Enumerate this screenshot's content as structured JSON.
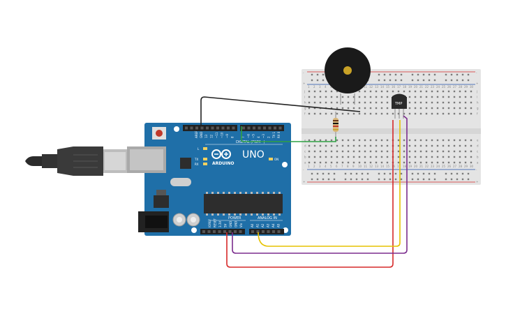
{
  "arduino": {
    "brand": "ARDUINO",
    "model": "UNO",
    "digital_label": "DIGITAL (PWM~)",
    "power_label": "POWER",
    "analog_label": "ANALOG IN",
    "on_label": "ON",
    "l_label": "L",
    "tx_label": "TX",
    "rx_label": "RX",
    "aref_label": "AREF",
    "gnd_label": "GND",
    "digital_pins": [
      "13",
      "12",
      "~11",
      "~10",
      "~9",
      "8",
      "7",
      "~6",
      "~5",
      "4",
      "~3",
      "2",
      "TX 1",
      "RX 0"
    ],
    "power_pins": [
      "IOREF",
      "RESET",
      "3.3V",
      "5V",
      "GND",
      "GND",
      "Vin"
    ],
    "analog_pins": [
      "A0",
      "A1",
      "A2",
      "A3",
      "A4",
      "A5"
    ]
  },
  "sensor": {
    "label": "TMP"
  },
  "breadboard": {
    "row_letters_top": [
      "j",
      "i",
      "h",
      "g",
      "f"
    ],
    "row_letters_bottom": [
      "e",
      "d",
      "c",
      "b",
      "a"
    ],
    "plus": "+",
    "minus": "-"
  },
  "colors": {
    "board": "#1f6fa8",
    "wire_black": "#222222",
    "wire_green": "#2ea043",
    "wire_red": "#d62828",
    "wire_purple": "#7b2d8e",
    "wire_yellow": "#e6c200"
  },
  "components": [
    "usb-cable",
    "arduino-uno",
    "breadboard",
    "piezo-buzzer",
    "resistor",
    "temperature-sensor"
  ]
}
